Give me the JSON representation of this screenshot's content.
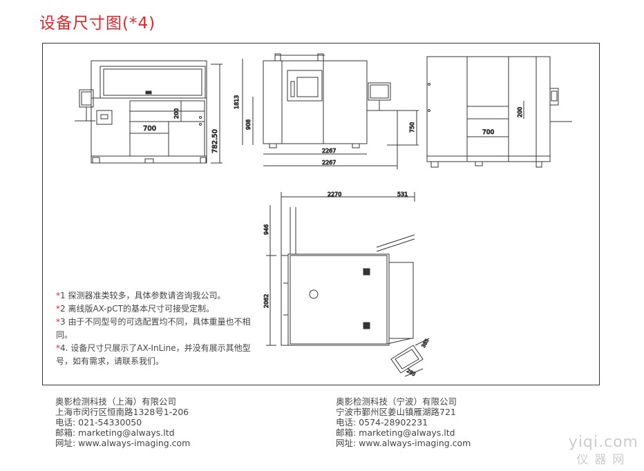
{
  "title": "设备尺寸图(*4)",
  "drawing_labels": {
    "front_width": "700",
    "front_height_small": "200",
    "front_height": "782.50",
    "side_total_height": "1813",
    "side_height": "908",
    "side_base_width": "2267",
    "side_total_width": "2267",
    "side_monitor_height": "750",
    "back_width": "700",
    "back_height_small": "200",
    "top_width": "2270",
    "top_ext_width": "531",
    "top_door_depth": "946",
    "top_depth": "2062",
    "top_console_a": "385",
    "top_console_b": "285"
  },
  "notes": [
    {
      "star": "*",
      "text": "1 探测器准类较多，具体参数请咨询我公司。"
    },
    {
      "star": "*",
      "text": "2 离线版AX-pCT的基本尺寸可接受定制。"
    },
    {
      "star": "*",
      "text": "3 由于不同型号的可选配置均不同，具体重量也不相同。"
    },
    {
      "star": "*",
      "text": "4. 设备尺寸只展示了AX-InLine，并没有展示其他型号，如有需求，请联系我们。"
    }
  ],
  "contacts": [
    {
      "company": "奥影检测科技（上海）有限公司",
      "address": "上海市闵行区恒南路1328号1-206",
      "phone": "电话: 021-54330050",
      "email": "邮箱: marketing@always.ltd",
      "web": "网址: www.always-imaging.com"
    },
    {
      "company": "奥影检测科技（宁波）有限公司",
      "address": "宁波市鄞州区姜山镇雁湖路721",
      "phone": "电话: 0574-28902231",
      "email": "邮箱: marketing@always.ltd",
      "web": "网址: www.always-imaging.com"
    }
  ],
  "watermark": {
    "line1": "yiqi.com",
    "line2": "仪器网"
  }
}
